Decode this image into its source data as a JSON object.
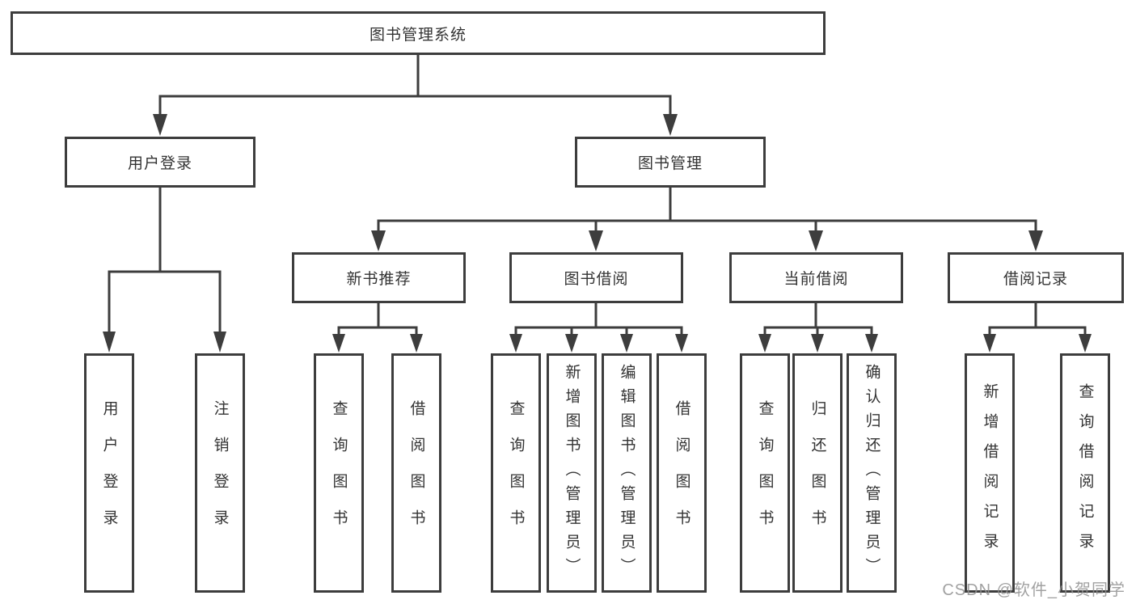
{
  "diagram": {
    "root": {
      "label": "图书管理系统"
    },
    "branches": [
      {
        "label": "用户登录",
        "children": [
          {
            "label": "用户登录"
          },
          {
            "label": "注销登录"
          }
        ]
      },
      {
        "label": "图书管理",
        "children": [
          {
            "label": "新书推荐",
            "children": [
              {
                "label": "查询图书"
              },
              {
                "label": "借阅图书"
              }
            ]
          },
          {
            "label": "图书借阅",
            "children": [
              {
                "label": "查询图书"
              },
              {
                "label": "新增图书（管理员）"
              },
              {
                "label": "编辑图书（管理员）"
              },
              {
                "label": "借阅图书"
              }
            ]
          },
          {
            "label": "当前借阅",
            "children": [
              {
                "label": "查询图书"
              },
              {
                "label": "归还图书"
              },
              {
                "label": "确认归还（管理员）"
              }
            ]
          },
          {
            "label": "借阅记录",
            "children": [
              {
                "label": "新增借阅记录"
              },
              {
                "label": "查询借阅记录"
              }
            ]
          }
        ]
      }
    ]
  },
  "watermark": {
    "text": "CSDN @软件_小贺同学"
  },
  "colors": {
    "line": "#3d3d3d",
    "box_border": "#3d3d3d",
    "text": "#333333",
    "watermark": "#919191",
    "background": "#ffffff"
  }
}
